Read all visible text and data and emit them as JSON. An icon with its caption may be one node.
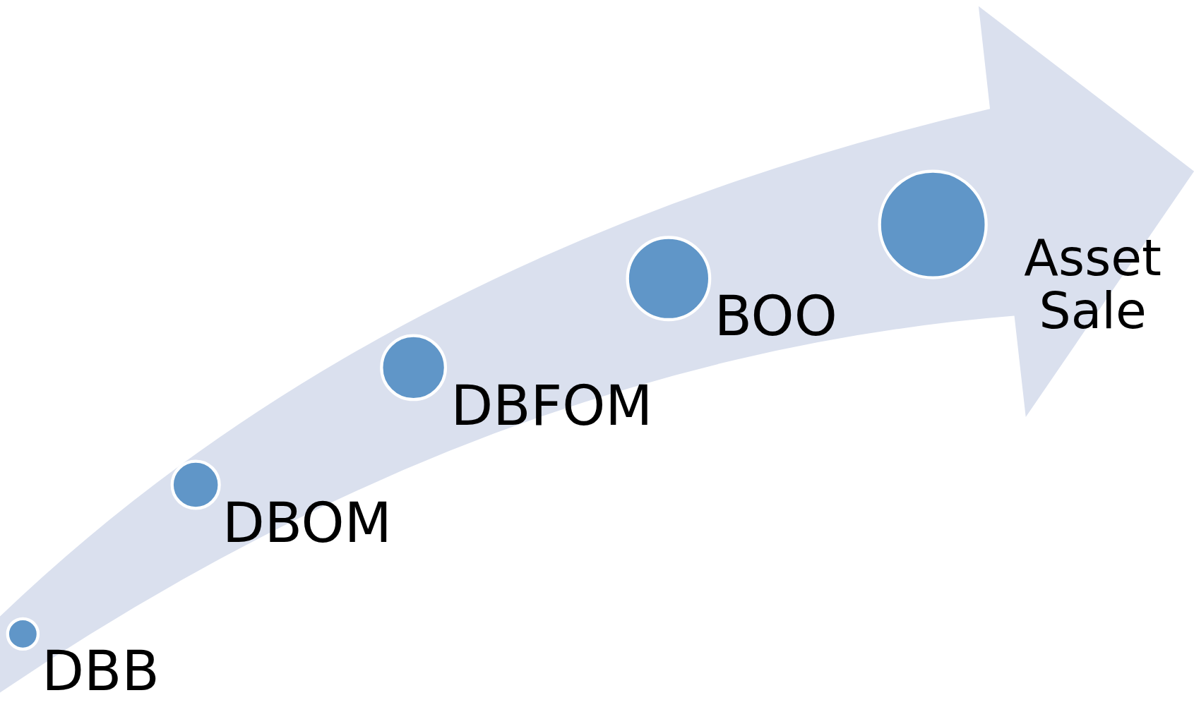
{
  "diagram": {
    "nodes": [
      {
        "text": [],
        "shape": "circle",
        "beside": [
          "DBB"
        ]
      },
      {
        "text": [],
        "shape": "circle",
        "beside": [
          "DBOM"
        ]
      },
      {
        "text": [],
        "shape": "circle",
        "beside": [
          "DBFOM"
        ]
      },
      {
        "text": [],
        "shape": "circle",
        "beside": [
          "BOO"
        ]
      },
      {
        "text": [],
        "shape": "circle",
        "beside": [
          "Asset Sale"
        ]
      }
    ],
    "edges": []
  }
}
